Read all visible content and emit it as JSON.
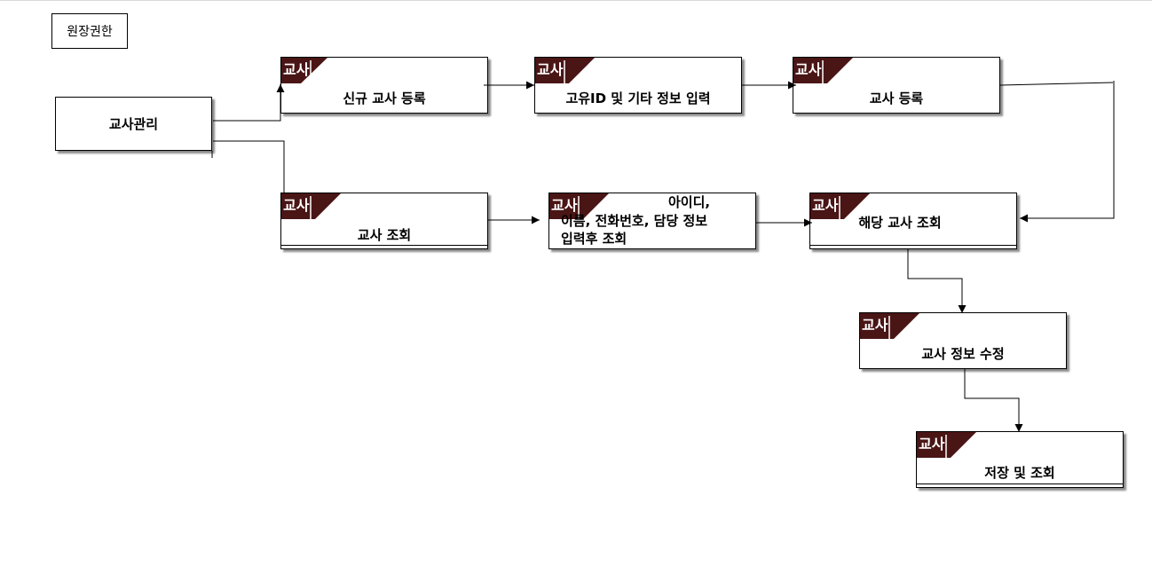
{
  "diagram": {
    "role_label": "원장권한",
    "root": "교사관리",
    "actor_tag": "교사",
    "nodes": {
      "register_new": "신규 교사 등록",
      "enter_info": "고유ID 및 기타 정보 입력",
      "register": "교사 등록",
      "lookup": "교사 조회",
      "search_line1": "아이디,",
      "search_line2": "이름, 전화번호, 담당 정보",
      "search_line3": "입력후 조회",
      "found": "해당 교사 조회",
      "edit": "교사 정보 수정",
      "save": "저장 및 조회"
    }
  },
  "colors": {
    "tag_fill": "#4a1515",
    "line": "#000000"
  }
}
